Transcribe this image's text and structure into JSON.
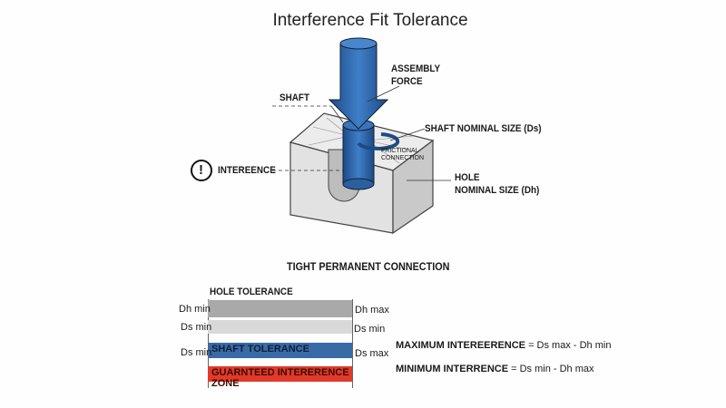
{
  "title": "Interference Fit Tolerance",
  "diagram": {
    "labels": {
      "assembly_force": [
        "ASSEMBLY",
        "FORCE"
      ],
      "shaft": "SHAFT",
      "shaft_nominal": "SHAFT NOMINAL SIZE (Ds)",
      "frictional": [
        "FRICTIONAL",
        "CONNECTION"
      ],
      "interference": "INTEREENCE",
      "hole_nominal": [
        "HOLE",
        "NOMINAL SIZE (Dh)"
      ],
      "warning_symbol": "!"
    },
    "colors": {
      "shaft": "#2e64a8",
      "block": "#e4e4e4"
    }
  },
  "tolerance": {
    "heading": "TIGHT PERMANENT CONNECTION",
    "hole_label": "HOLE TOLERANCE",
    "rows": [
      {
        "left": "Dh min",
        "right": "Dh max",
        "text": "",
        "color": "#a9a9a9"
      },
      {
        "left": "Ds min",
        "right": "Ds min",
        "text": "",
        "color": "#d9d9d9"
      },
      {
        "left": "Ds min",
        "right": "Ds max",
        "text": "SHAFT TOLERANCE",
        "color": "#3a6aa5"
      },
      {
        "left": "",
        "right": "",
        "text": "GUARNTEED INTERERENCE ZONE",
        "color": "#e23a2a"
      }
    ],
    "formulas": {
      "max_label": "MAXIMUM INTEREERENCE",
      "max_expr": "= Ds max - Dh min",
      "min_label": "MINIMUM INTERRENCE",
      "min_expr": "= Ds min - Dh max"
    }
  }
}
